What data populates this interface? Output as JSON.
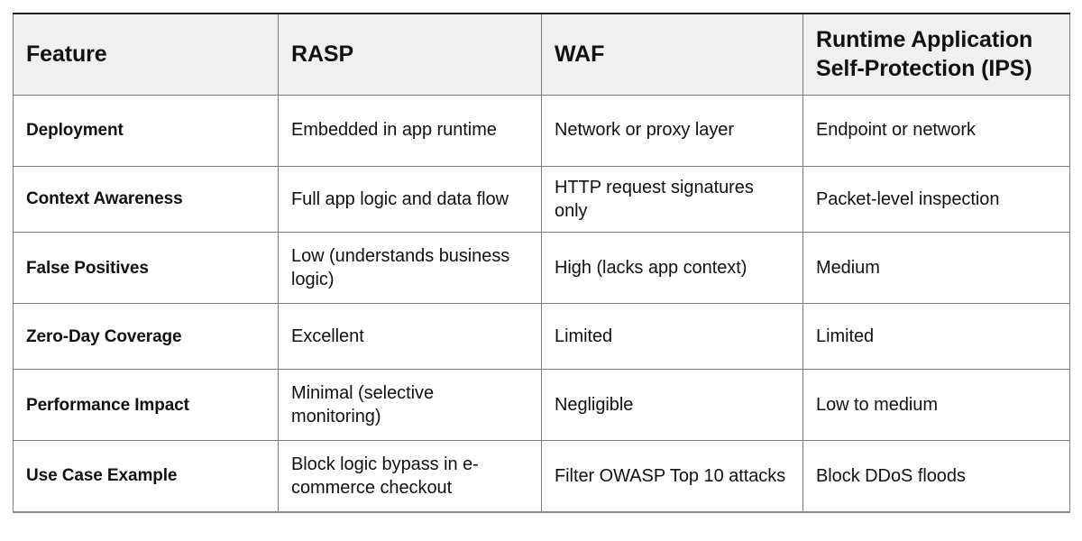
{
  "table": {
    "columns": [
      {
        "id": "feature",
        "label": "Feature"
      },
      {
        "id": "rasp",
        "label": "RASP"
      },
      {
        "id": "waf",
        "label": "WAF"
      },
      {
        "id": "ips",
        "label": "Runtime Application Self-Protection (IPS)"
      }
    ],
    "rows": [
      {
        "feature": "Deployment",
        "rasp": "Embedded in app runtime",
        "waf": "Network or proxy layer",
        "ips": "Endpoint or network"
      },
      {
        "feature": "Context Awareness",
        "rasp": "Full app logic and data flow",
        "waf": "HTTP request signatures only",
        "ips": "Packet-level inspection"
      },
      {
        "feature": "False Positives",
        "rasp": "Low (understands business logic)",
        "waf": "High (lacks app context)",
        "ips": "Medium"
      },
      {
        "feature": "Zero-Day Coverage",
        "rasp": "Excellent",
        "waf": "Limited",
        "ips": "Limited"
      },
      {
        "feature": "Performance Impact",
        "rasp": "Minimal (selective monitoring)",
        "waf": "Negligible",
        "ips": "Low to medium"
      },
      {
        "feature": "Use Case Example",
        "rasp": "Block logic bypass in e-commerce checkout",
        "waf": "Filter OWASP Top 10 attacks",
        "ips": "Block DDoS floods"
      }
    ]
  },
  "colors": {
    "page_background": "#ffffff",
    "header_background": "#f0f0f0",
    "border": "#7a7a7a",
    "top_border": "#222222",
    "text": "#111111"
  }
}
